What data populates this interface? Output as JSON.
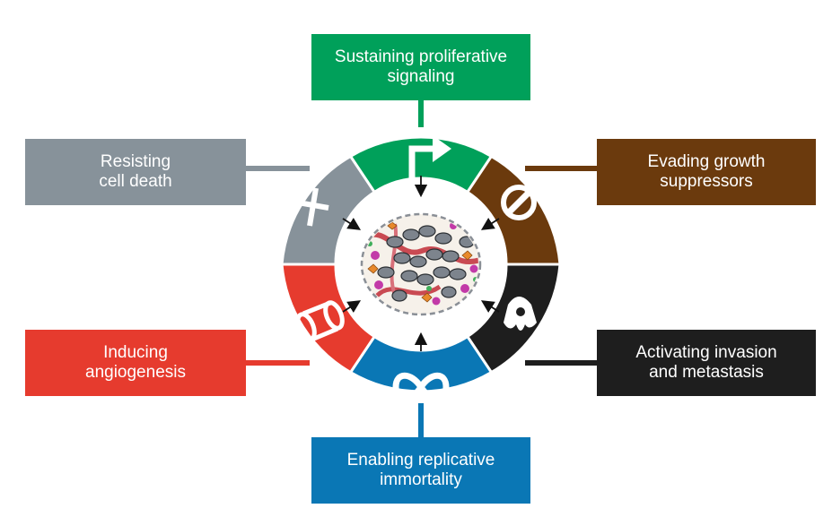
{
  "hallmarks": {
    "proliferative": {
      "label": "Sustaining proliferative\nsignaling",
      "color": "#00a05a",
      "icon": "arrow-icon"
    },
    "growth_suppressors": {
      "label": "Evading growth\nsuppressors",
      "color": "#6b3a0d",
      "icon": "no-sign-icon"
    },
    "invasion": {
      "label": "Activating invasion\nand metastasis",
      "color": "#1e1e1e",
      "icon": "invasive-cell-icon"
    },
    "immortality": {
      "label": "Enabling replicative\nimmortality",
      "color": "#0a77b5",
      "icon": "infinity-icon"
    },
    "angiogenesis": {
      "label": "Inducing\nangiogenesis",
      "color": "#e63b2e",
      "icon": "vessel-icon"
    },
    "cell_death": {
      "label": "Resisting\ncell death",
      "color": "#87929a",
      "icon": "cross-icon"
    }
  },
  "center": {
    "icon": "tumor-cell-cluster-icon"
  }
}
